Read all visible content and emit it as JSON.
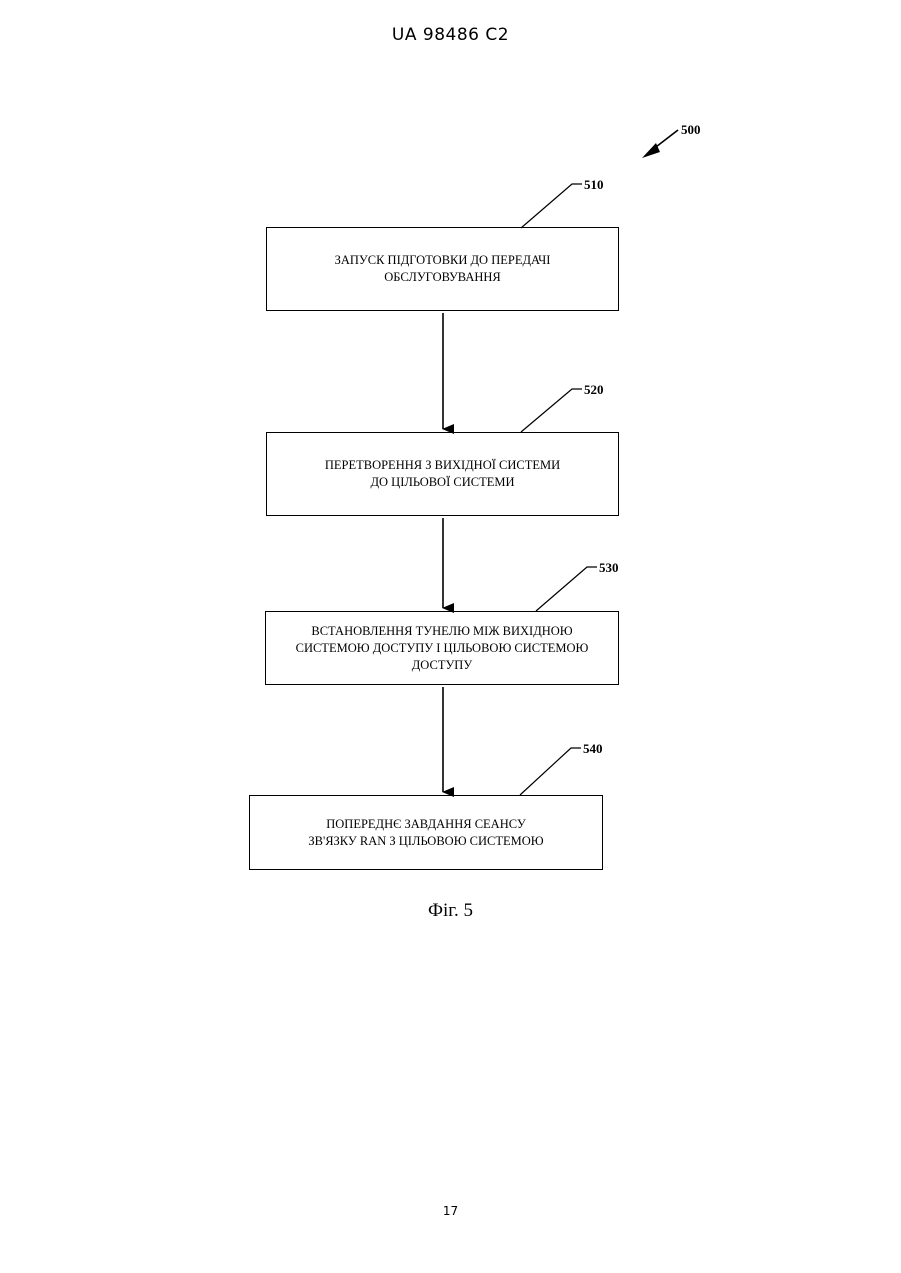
{
  "header": {
    "doc_id": "UA   98486   C2"
  },
  "diagram": {
    "figure_ref": "500",
    "steps": [
      {
        "ref": "510",
        "text": "ЗАПУСК ПІДГОТОВКИ ДО ПЕРЕДАЧІ\nОБСЛУГОВУВАННЯ"
      },
      {
        "ref": "520",
        "text": "ПЕРЕТВОРЕННЯ З ВИХІДНОЇ СИСТЕМИ\nДО ЦІЛЬОВОЇ СИСТЕМИ"
      },
      {
        "ref": "530",
        "text": "ВСТАНОВЛЕННЯ ТУНЕЛЮ МІЖ ВИХІДНОЮ\nСИСТЕМОЮ ДОСТУПУ І ЦІЛЬОВОЮ СИСТЕМОЮ\nДОСТУПУ"
      },
      {
        "ref": "540",
        "text": "ПОПЕРЕДНЄ ЗАВДАННЯ СЕАНСУ\nЗВ'ЯЗКУ RAN З ЦІЛЬОВОЮ СИСТЕМОЮ"
      }
    ],
    "caption": "Фіг. 5"
  },
  "footer": {
    "page_number": "17"
  }
}
